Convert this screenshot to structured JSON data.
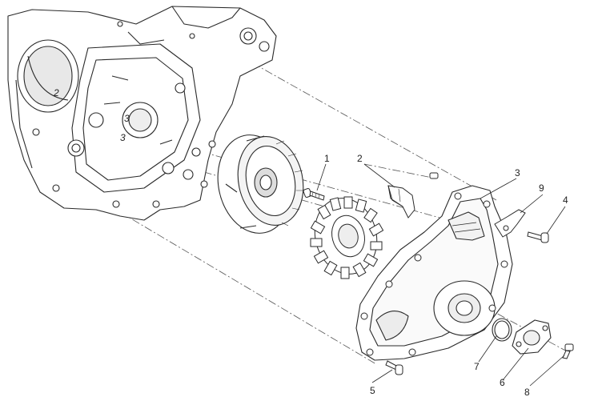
{
  "diagram": {
    "callouts": [
      {
        "id": "c1",
        "label": "1"
      },
      {
        "id": "c2",
        "label": "2"
      },
      {
        "id": "c3",
        "label": "3"
      },
      {
        "id": "c4",
        "label": "4"
      },
      {
        "id": "c5",
        "label": "5"
      },
      {
        "id": "c6",
        "label": "6"
      },
      {
        "id": "c7",
        "label": "7"
      },
      {
        "id": "c8",
        "label": "8"
      },
      {
        "id": "c9",
        "label": "9"
      }
    ],
    "casting_marks": [
      {
        "id": "m1",
        "label": "2"
      },
      {
        "id": "m2",
        "label": "3"
      },
      {
        "id": "m3",
        "label": "3"
      }
    ],
    "colors": {
      "line": "#2a2a2a",
      "fill": "#ffffff",
      "shade": "#d8d8d8",
      "dash": "#555555"
    }
  }
}
